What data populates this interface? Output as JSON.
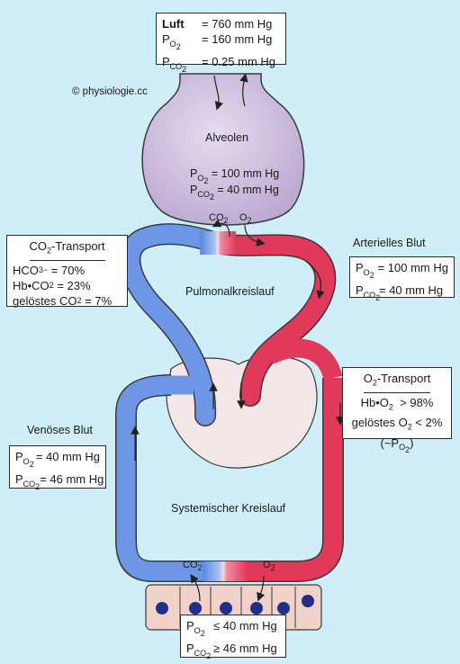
{
  "copyright": "© physiologie.cc",
  "air_box": {
    "luft_label": "Luft",
    "luft_value": "= 760 mm Hg",
    "po2_value": "=  160 mm Hg",
    "pco2_value": "= 0.25 mm Hg"
  },
  "alveolus": {
    "label": "Alveolen",
    "po2_value": "= 100 mm Hg",
    "pco2_value": "=  40 mm Hg",
    "co2_label": "CO",
    "o2_label": "O"
  },
  "co2_transport_box": {
    "title": "CO",
    "title_suffix": "-Transport",
    "hco3": "HCO",
    "hco3_value": "= 70%",
    "hbco2": "Hb•CO",
    "hbco2_value": "= 23%",
    "dissolved": "gelöstes CO",
    "dissolved_value": "= 7%"
  },
  "arterial": {
    "label": "Arterielles Blut",
    "po2_value": "= 100 mm Hg",
    "pco2_value": "=   40 mm Hg"
  },
  "pulmonary_label": "Pulmonalkreislauf",
  "o2_transport_box": {
    "title": "O",
    "title_suffix": "-Transport",
    "hbo2": "Hb•O",
    "hbo2_value": "> 98%",
    "dissolved": "gelöstes O",
    "dissolved_value": "< 2%",
    "approx": "(~P",
    "approx_close": ")"
  },
  "venous": {
    "label": "Venöses Blut",
    "po2_value": "= 40 mm Hg",
    "pco2_value": "= 46 mm Hg"
  },
  "systemic_label": "Systemischer Kreislauf",
  "tissue": {
    "co2_label": "CO",
    "o2_label": "O",
    "po2_value": "≤ 40 mm Hg",
    "pco2_value": "≥ 46 mm Hg"
  },
  "colors": {
    "background": "#cfeef8",
    "venous": "#5a86e0",
    "arterial": "#e0395a",
    "alveolus": "#c7b4d8",
    "heart": "#f2e6e6",
    "tissue": "#f0d2c8",
    "nucleus": "#1f2f8a"
  }
}
